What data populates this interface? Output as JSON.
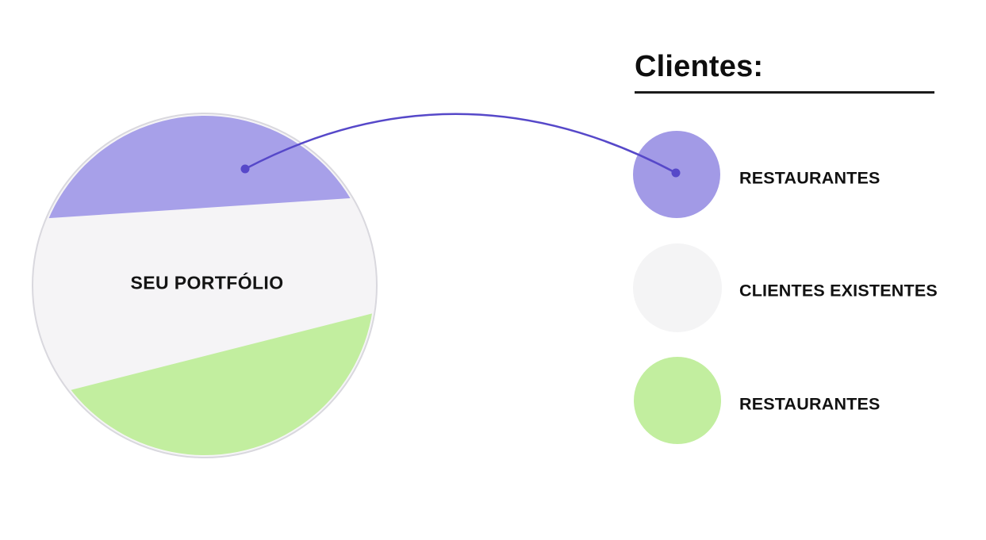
{
  "portfolio_circle": {
    "label": "SEU PORTFÓLIO",
    "base_color": "#f5f4f6",
    "border_color": "#d9d8de",
    "top_segment": {
      "name": "restaurantes-novos",
      "color": "#a7a0e9"
    },
    "middle_segment": {
      "name": "clientes-existentes",
      "color": "#f5f4f6"
    },
    "bottom_segment": {
      "name": "restaurantes",
      "color": "#c2ee9f"
    }
  },
  "connector": {
    "color": "#5648c9"
  },
  "legend": {
    "title": "Clientes:",
    "rule_color": "#1b1b1b",
    "items": [
      {
        "label": "RESTAURANTES",
        "color": "#a29ae6"
      },
      {
        "label": "CLIENTES EXISTENTES",
        "color": "#f4f4f5"
      },
      {
        "label": "RESTAURANTES",
        "color": "#c2ee9f"
      }
    ]
  }
}
